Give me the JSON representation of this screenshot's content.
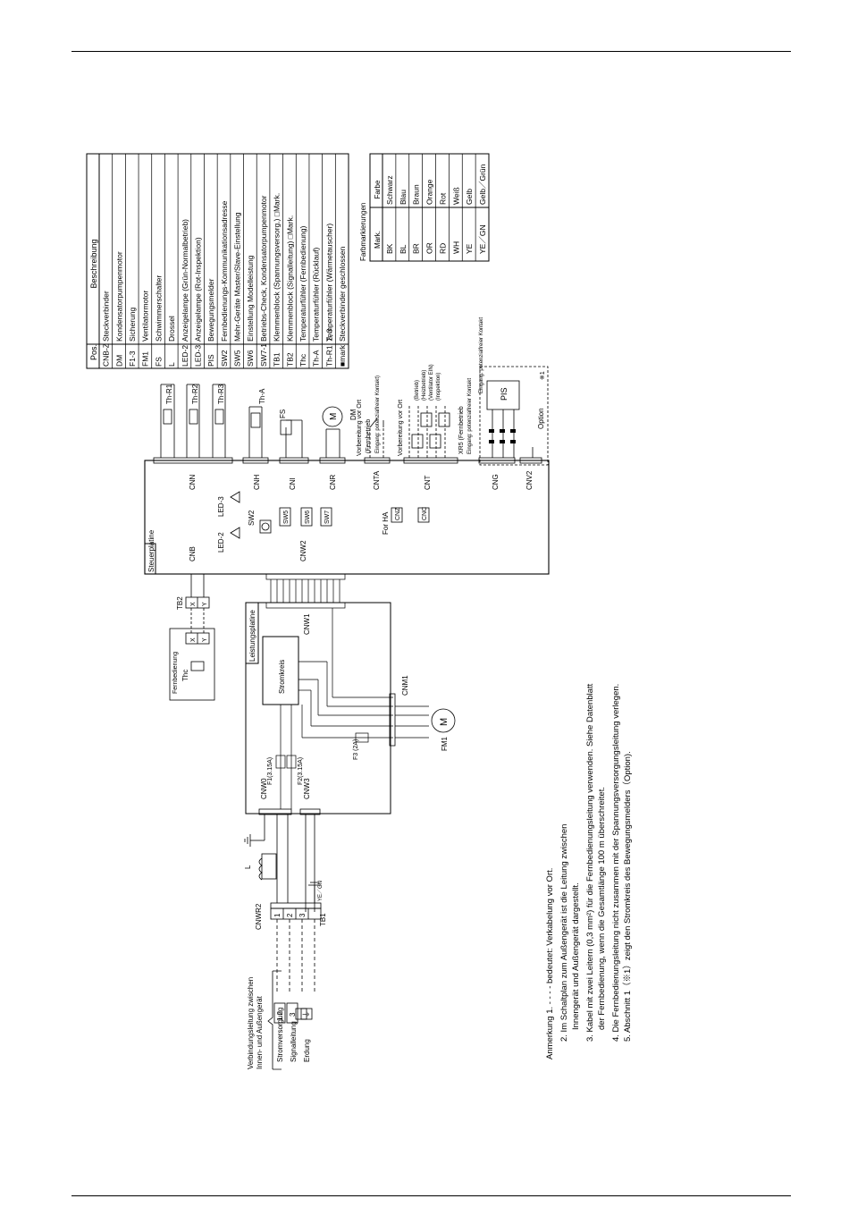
{
  "legend": {
    "col_pos": "Pos.",
    "col_desc": "Beschreibung",
    "rows": [
      {
        "pos": "CNB-Z",
        "desc": "Steckverbinder"
      },
      {
        "pos": "DM",
        "desc": "Kondensatorpumpenmotor"
      },
      {
        "pos": "F1-3",
        "desc": "Sicherung"
      },
      {
        "pos": "FM1",
        "desc": "Ventilatormotor"
      },
      {
        "pos": "FS",
        "desc": "Schwimmerschalter"
      },
      {
        "pos": "L",
        "desc": "Drossel"
      },
      {
        "pos": "LED-2",
        "desc": "Anzeigelampe (Grün-Normalbetrieb)"
      },
      {
        "pos": "LED-3",
        "desc": "Anzeigelampe (Rot-Inspektion)"
      },
      {
        "pos": "PIS",
        "desc": "Bewegungsmelder"
      },
      {
        "pos": "SW2",
        "desc": "Fernbedienungs-Kommunikationsadresse"
      },
      {
        "pos": "SW5",
        "desc": "Mehr-Geräte Master/Slave-Einstellung"
      },
      {
        "pos": "SW6",
        "desc": "Einstellung Modelleistung"
      },
      {
        "pos": "SW7-1",
        "desc": "Betriebs-Check, Kondensatorpumpenmotor"
      },
      {
        "pos": "TB1",
        "desc": "Klemmenblock (Spannungsversorg.) □Mark."
      },
      {
        "pos": "TB2",
        "desc": "Klemmenblock (Signalleitung) □Mark."
      },
      {
        "pos": "Thc",
        "desc": "Temperaturfühler (Fernbedienung)"
      },
      {
        "pos": "Th-A",
        "desc": "Temperaturfühler (Rücklauf)"
      },
      {
        "pos": "Th-R1, 2, 3",
        "desc": "Temperaturfühler (Wärmetauscher)"
      },
      {
        "pos": "■mark",
        "desc": "Steckverbinder geschlossen"
      }
    ]
  },
  "colors": {
    "title": "Farbmarkierungen",
    "col_mark": "Mark.",
    "col_color": "Farbe",
    "rows": [
      {
        "mark": "BK",
        "color": "Schwarz"
      },
      {
        "mark": "BL",
        "color": "Blau"
      },
      {
        "mark": "BR",
        "color": "Braun"
      },
      {
        "mark": "OR",
        "color": "Orange"
      },
      {
        "mark": "RD",
        "color": "Rot"
      },
      {
        "mark": "WH",
        "color": "Weiß"
      },
      {
        "mark": "YE",
        "color": "Gelb"
      },
      {
        "mark": "YE／GN",
        "color": "Gelb／Grün"
      }
    ]
  },
  "diagram": {
    "steuerplatine": "Steuerplatine",
    "leistungsplatine": "Leistungsplatine",
    "fernbedienung": "Fernbedienung",
    "stromkreis": "Stromkreis",
    "thc": "Thc",
    "tb1": "TB1",
    "tb2": "TB2",
    "cnb": "CNB",
    "cnw2": "CNW2",
    "cnw1": "CNW1",
    "cnw0": "CNW0",
    "cnw3": "CNW3",
    "cnm1": "CNM1",
    "cnwr2": "CNWR2",
    "cnn": "CNN",
    "cnh": "CNH",
    "cni": "CNI",
    "cnr": "CNR",
    "cnta": "CNTA",
    "cnt": "CNT",
    "cng": "CNG",
    "cnv2": "CNV2",
    "cnz": "CNZ",
    "cnc": "CNC",
    "for_ha": "For HA",
    "sw2": "SW2",
    "sw5": "SW5",
    "sw6": "SW6",
    "sw7": "SW7",
    "led2": "LED-2",
    "led3": "LED-3",
    "thr1": "Th-R1",
    "thr2": "Th-R2",
    "thr3": "Th-R3",
    "tha": "Th-A",
    "fs": "FS",
    "dm": "DM",
    "fm1": "FM1",
    "pis": "PIS",
    "option": "Option",
    "note_mark": "※1",
    "f1": "F1(3.15A)",
    "f2": "F2(3.15A)",
    "f3": "F3 (2A)",
    "l": "L",
    "vorbereitung1": "Vorbereitung vor Ort",
    "fernbetrieb": "(Fernbetrieb",
    "eingang1": "Eingang: potenzialfreier Kontakt)",
    "vorbereitung2": "Vorbereitung vor Ort",
    "betrieb": "(Betrieb)",
    "heizbetrieb": "(Heizbetrieb)",
    "ventilator": "(Ventilator EIN)",
    "inspektion": "(Inspektion)",
    "xr5": "XR5 (Fernbetrieb",
    "eingang2": "Eingang: potenzialfreier Kontakt",
    "verbindung1": "Verbindungsleitung zwischen",
    "verbindung2": "Innen- und Außengerät",
    "stromversorgung": "Stromversorgung",
    "signalleitung": "Signalleitung",
    "erdung": "Erdung",
    "term12": "1 2",
    "term3": "3",
    "ye_gn": "YE／GN"
  },
  "notes": [
    "Anmerkung 1. - - - - bedeutet: Verkabelung vor Ort.",
    "2. Im Schaltplan zum Außengerät ist die Leitung zwischen",
    "Innengerät und Außengerät dargestellt.",
    "3. Kabel mit zwei Leitern (0,3 mm²) für die Fernbedienungsleitung verwenden. Siehe Datenblatt",
    "der Fernbedienung, wenn die Gesamtlänge 100 m überschreitet.",
    "4. Die Fernbedienungsleitung nicht zusammen mit der Spannungsversorgungsleitung verlegen.",
    "5. Abschnitt 1（※1）zeigt den Stromkreis des Bewegungsmelders（Option)."
  ]
}
